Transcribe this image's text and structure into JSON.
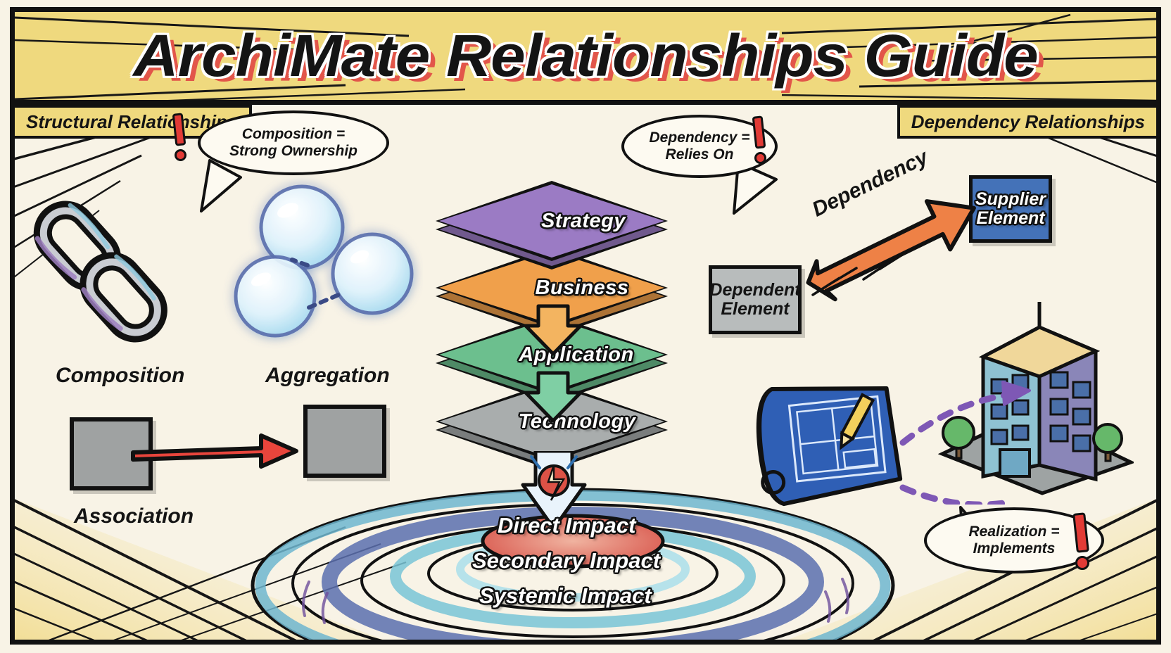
{
  "poster": {
    "title": "ArchiMate Relationships Guide",
    "background_color": "#f8f3e6",
    "banner_color": "#efd97e",
    "border_color": "#111111"
  },
  "sections": {
    "left_header": "Structural Relationships",
    "right_header": "Dependency Relationships"
  },
  "bubbles": [
    {
      "id": "composition-note",
      "line1": "Composition =",
      "line2": "Strong Ownership"
    },
    {
      "id": "dependency-note",
      "line1": "Dependency =",
      "line2": "Relies On"
    },
    {
      "id": "realization-note",
      "line1": "Realization =",
      "line2": "Implements"
    }
  ],
  "structural": {
    "composition": {
      "label": "Composition",
      "icon": "chain-link-icon"
    },
    "aggregation": {
      "label": "Aggregation",
      "icon": "bubbles-icon"
    },
    "association": {
      "label": "Association",
      "arrow_color": "#e8453c",
      "box_color": "#9fa2a2"
    }
  },
  "layer_stack": [
    {
      "name": "Strategy",
      "color": "#9b7bc4"
    },
    {
      "name": "Business",
      "color": "#f0a04b"
    },
    {
      "name": "Application",
      "color": "#6cbf8e"
    },
    {
      "name": "Technology",
      "color": "#a9adad"
    }
  ],
  "impact_rings": [
    {
      "label": "Direct Impact",
      "color": "#d8564c"
    },
    {
      "label": "Secondary Impact",
      "color": "#5b6fae"
    },
    {
      "label": "Systemic Impact",
      "color": "#6fb6cf"
    }
  ],
  "dependency": {
    "dependent_element": "Dependent\nElement",
    "dependent_line1": "Dependent",
    "dependent_line2": "Element",
    "supplier_line1": "Supplier",
    "supplier_line2": "Element",
    "arrow_label": "Dependency",
    "arrow_color": "#ee8146",
    "dependent_box_color": "#b8bcbc",
    "supplier_box_color": "#4472b8"
  },
  "realization": {
    "source_icon": "blueprint-icon",
    "target_icon": "building-icon",
    "arrow_color": "#7e58b5",
    "arrow_style": "dashed"
  }
}
